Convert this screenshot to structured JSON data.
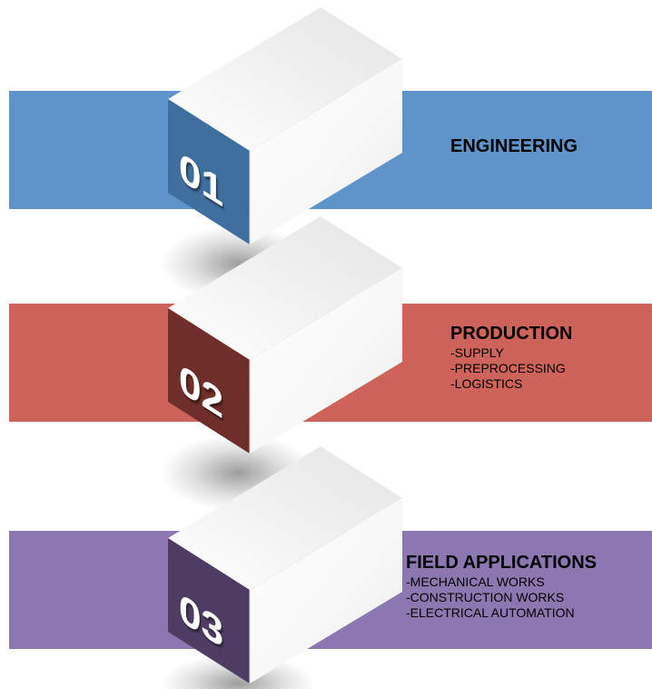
{
  "colors": {
    "band_1": "#5e94c9",
    "band_2": "#ce635c",
    "band_3": "#8d77b1",
    "face_1": "#3f6f9f",
    "face_2": "#6f2e29",
    "face_3": "#4f3c63"
  },
  "steps": [
    {
      "number": "01",
      "title": "ENGINEERING",
      "items": []
    },
    {
      "number": "02",
      "title": "PRODUCTION",
      "items": [
        "-SUPPLY",
        "-PREPROCESSING",
        "-LOGISTICS"
      ]
    },
    {
      "number": "03",
      "title": "FIELD APPLICATIONS",
      "items": [
        "-MECHANICAL WORKS",
        "-CONSTRUCTION WORKS",
        "-ELECTRICAL AUTOMATION"
      ]
    }
  ]
}
